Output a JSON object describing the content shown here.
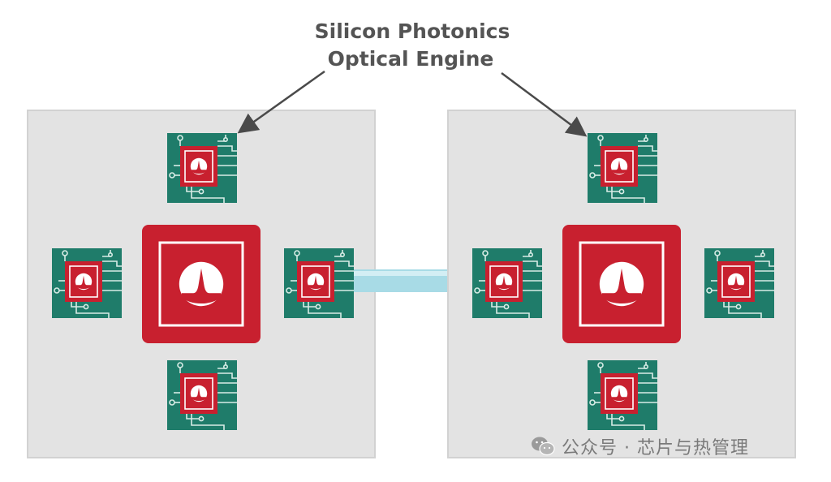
{
  "callout": {
    "line1": "Silicon Photonics",
    "line2": "Optical Engine"
  },
  "watermark": {
    "text": "公众号 · 芯片与热管理",
    "icon": "wechat-icon"
  },
  "colors": {
    "board": "#e3e3e3",
    "board_border": "#d2d2d2",
    "module_pcb": "#1f7c6a",
    "module_trace": "#d8ece6",
    "chip_red": "#c8202f",
    "chip_white": "#ffffff",
    "link": "#a8dbe6",
    "arrow": "#4a4a4a",
    "text": "#545454"
  },
  "icons": {
    "chip_logo": "waveform-pulse-icon",
    "arrow": "arrow-icon"
  }
}
